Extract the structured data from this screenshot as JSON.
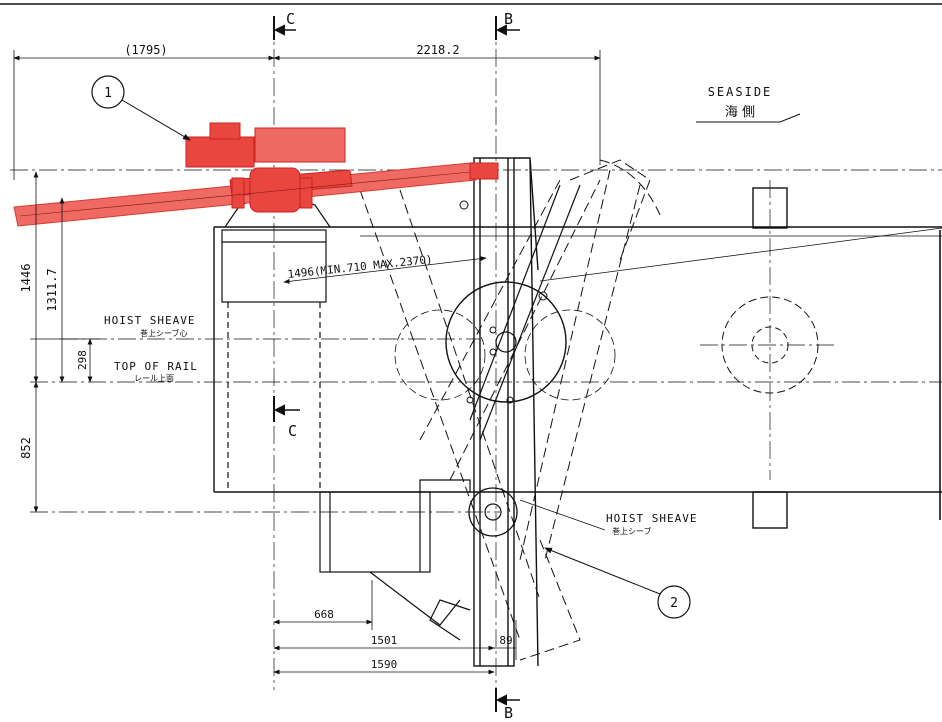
{
  "section_markers": {
    "c_top": "C",
    "c_mid": "C",
    "b_top": "B",
    "b_bottom": "B"
  },
  "dimensions": {
    "top_left": "(1795)",
    "top_right": "2218.2",
    "height_total": "1446",
    "height_inner": "1311.7",
    "sheave_offset": "298",
    "lower": "852",
    "cylinder": "1496(MIN.710 MAX.2370)",
    "bottom_a": "668",
    "bottom_b": "1501",
    "bottom_c": "89",
    "bottom_d": "1590"
  },
  "labels": {
    "seaside_en": "SEASIDE",
    "seaside_jp": "海 側",
    "hoist_sheave_en": "HOIST SHEAVE",
    "hoist_sheave_jp": "巻上シーブ心",
    "top_of_rail_en": "TOP OF RAIL",
    "top_of_rail_jp": "レール上面",
    "hoist_sheave2_en": "HOIST SHEAVE",
    "hoist_sheave2_jp": "巻上シーブ"
  },
  "balloons": {
    "one": "1",
    "two": "2"
  },
  "colors": {
    "line": "#111111",
    "highlight": "#e8463f",
    "highlight_fill": "#ee6a62"
  }
}
